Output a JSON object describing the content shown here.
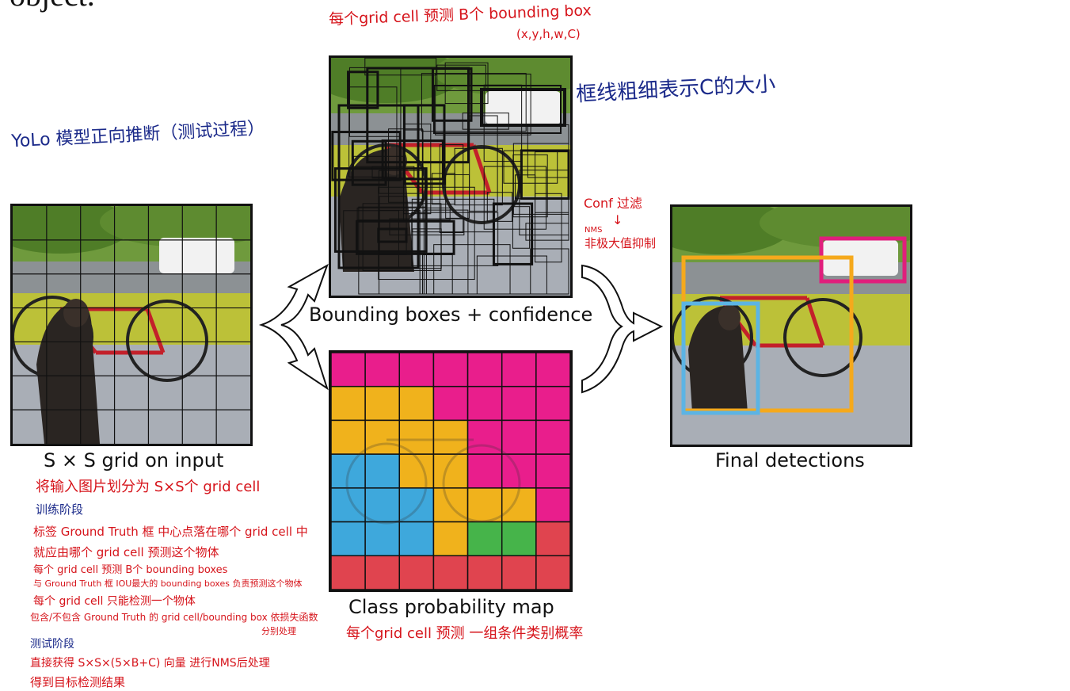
{
  "top_cut_text": "object.",
  "annotations": {
    "top_bbox_note_line1": "每个grid cell 预测 B个 bounding box",
    "top_bbox_note_line2": "(x,y,h,w,C)",
    "thickness_note": "框线粗细表示C的大小",
    "yolo_title": "YoLo 模型正向推断（测试过程）",
    "conf_filter": "Conf 过滤",
    "arrow_down": "↓",
    "nms": "NMS",
    "nms_cn": "非极大值抑制",
    "class_map_note": "每个grid cell 预测 一组条件类别概率"
  },
  "captions": {
    "grid": "S × S grid on input",
    "bbox": "Bounding boxes + confidence",
    "classmap": "Class probability map",
    "final": "Final detections"
  },
  "notes_left": [
    {
      "text": "将输入图片划分为 S×S个 grid cell",
      "color": "red"
    },
    {
      "text": "训练阶段",
      "color": "blue"
    },
    {
      "text": "标签 Ground Truth 框 中心点落在哪个 grid cell 中",
      "color": "red"
    },
    {
      "text": "就应由哪个 grid cell 预测这个物体",
      "color": "red"
    },
    {
      "text": "每个 grid cell 预测 B个 bounding boxes",
      "color": "red"
    },
    {
      "text": "与 Ground Truth 框 IOU最大的 bounding boxes 负责预测这个物体",
      "color": "red"
    },
    {
      "text": "每个 grid cell 只能检测一个物体",
      "color": "red"
    },
    {
      "text": "包含/不包含 Ground Truth 的 grid cell/bounding box 依损失函数",
      "color": "red"
    },
    {
      "text": "分别处理",
      "color": "red"
    },
    {
      "text": "测试阶段",
      "color": "blue"
    },
    {
      "text": "直接获得 S×S×(5×B+C) 向量 进行NMS后处理",
      "color": "red"
    },
    {
      "text": "得到目标检测结果",
      "color": "red"
    }
  ],
  "colors": {
    "magenta": "#e91e8c",
    "yellow": "#f0b21c",
    "blue": "#3ea8dc",
    "green": "#46b44a",
    "red": "#e0444f",
    "det_magenta": "#e01f7c",
    "det_orange": "#f5a91c",
    "det_blue": "#5cb4e4"
  },
  "class_map_grid": [
    [
      "m",
      "m",
      "m",
      "m",
      "m",
      "m",
      "m"
    ],
    [
      "y",
      "y",
      "y",
      "m",
      "m",
      "m",
      "m"
    ],
    [
      "y",
      "y",
      "y",
      "y",
      "m",
      "m",
      "m"
    ],
    [
      "b",
      "b",
      "y",
      "y",
      "m",
      "m",
      "m"
    ],
    [
      "b",
      "b",
      "b",
      "y",
      "y",
      "y",
      "m"
    ],
    [
      "b",
      "b",
      "b",
      "y",
      "g",
      "g",
      "r"
    ],
    [
      "r",
      "r",
      "r",
      "r",
      "r",
      "r",
      "r"
    ]
  ]
}
